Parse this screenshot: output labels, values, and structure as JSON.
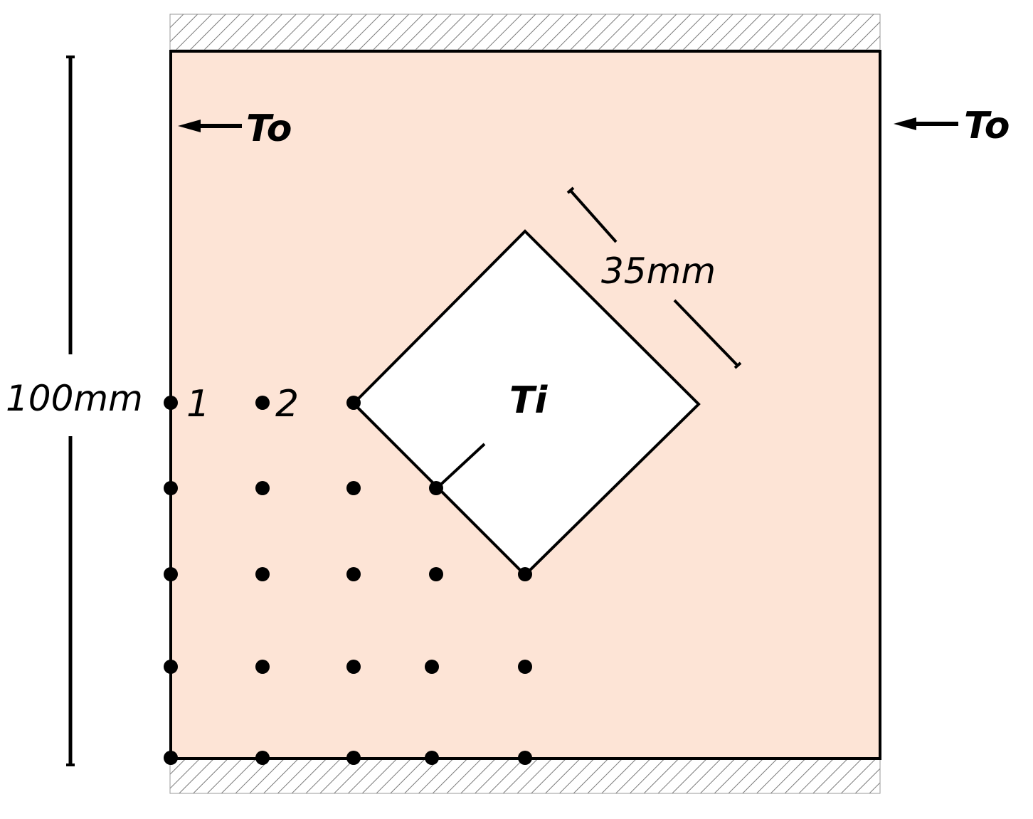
{
  "labels": {
    "height_dim": "100mm",
    "side_dim": "35mm",
    "inner_temp": "Ti",
    "outer_temp_left": "To",
    "outer_temp_right": "To",
    "node_1": "1",
    "node_2": "2"
  },
  "colors": {
    "plate_fill": "#fde4d6",
    "line": "#000000",
    "hatch": "#7a7a7a",
    "cavity_fill": "#ffffff"
  }
}
